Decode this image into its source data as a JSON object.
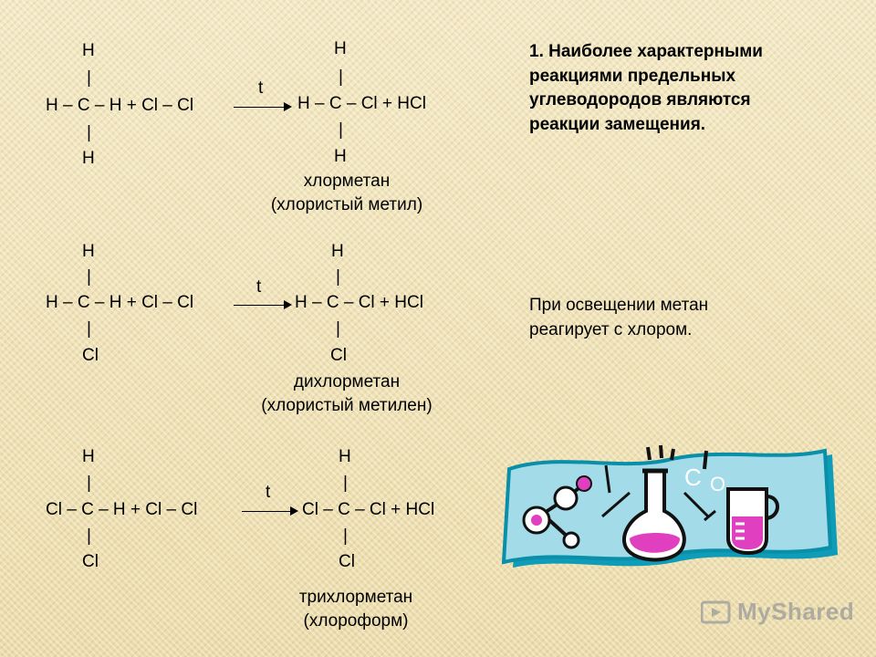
{
  "reactions": [
    {
      "left": {
        "top": "H",
        "bar_top": "|",
        "middle": "H – C – H + Cl – Cl",
        "bar_bottom": "|",
        "bottom": "H"
      },
      "condition": "t",
      "right": {
        "top": "H",
        "bar_top": "|",
        "middle": "H – C – Cl + HCl",
        "bar_bottom": "|",
        "bottom": "H"
      },
      "name": "хлорметан",
      "alt_name": "(хлористый метил)"
    },
    {
      "left": {
        "top": "H",
        "bar_top": "|",
        "middle": "H – C – H + Cl – Cl",
        "bar_bottom": "|",
        "bottom": "Cl"
      },
      "condition": "t",
      "right": {
        "top": "H",
        "bar_top": "|",
        "middle": "H – C – Cl + HCl",
        "bar_bottom": "|",
        "bottom": "Cl"
      },
      "name": "дихлорметан",
      "alt_name": "(хлористый метилен)"
    },
    {
      "left": {
        "top": "H",
        "bar_top": "|",
        "middle": "Cl – C – H + Cl – Cl",
        "bar_bottom": "|",
        "bottom": "Cl"
      },
      "condition": "t",
      "right": {
        "top": "H",
        "bar_top": "|",
        "middle": "Cl – C – Cl + HCl",
        "bar_bottom": "|",
        "bottom": "Cl"
      },
      "name": "трихлорметан",
      "alt_name": "(хлороформ)"
    }
  ],
  "notes": {
    "heading_lines": [
      "1. Наиболее характерными",
      "реакциями предельных",
      "углеводородов являются",
      "реакции замещения."
    ],
    "light_lines": [
      "При освещении метан",
      "реагирует с хлором."
    ]
  },
  "logo": {
    "text": "MyShared",
    "icon": "myshared-logo-icon"
  },
  "clipart": {
    "icon": "chemistry-lab-clipart-icon"
  },
  "colors": {
    "background": "#f0e4ba",
    "clip_panel": "#9fd8e8",
    "flask_liquid": "#e040c0"
  }
}
